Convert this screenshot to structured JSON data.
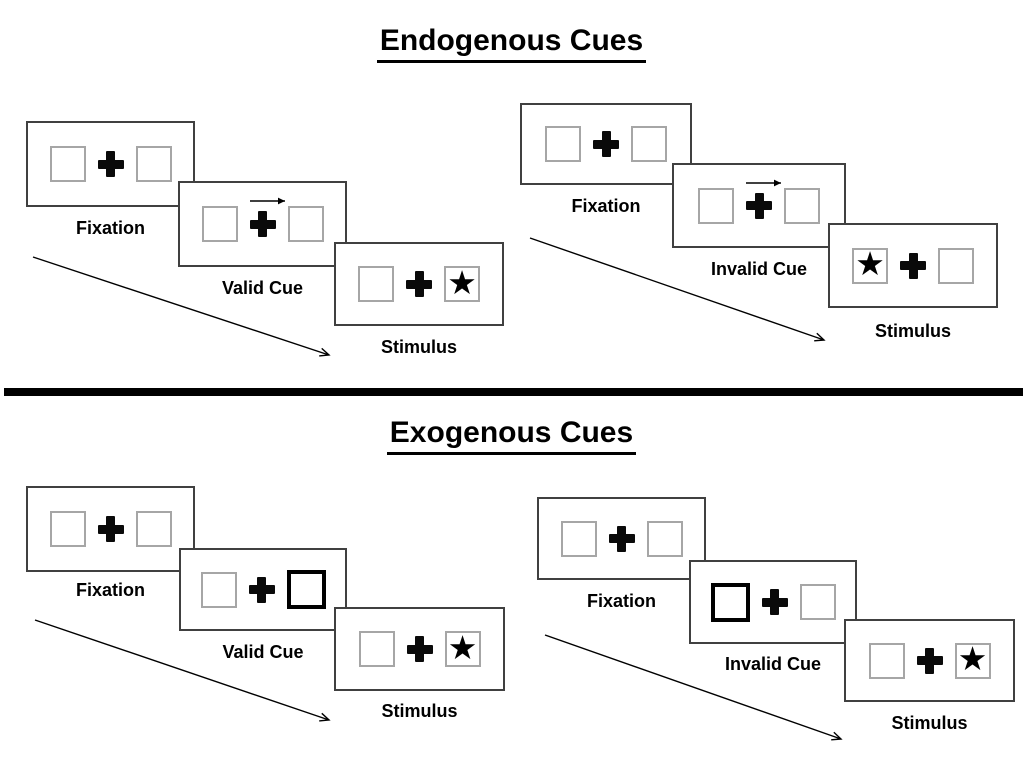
{
  "colors": {
    "background": "#ffffff",
    "ink": "#000000",
    "panel_border": "#404040",
    "square_border": "#a6a6a6",
    "bold_square_border": "#000000"
  },
  "glyphs": {
    "star": "★"
  },
  "sections": [
    {
      "title": "Endogenous Cues",
      "groups": [
        {
          "name": "valid",
          "panels": [
            {
              "label": "Fixation",
              "type": "fixation"
            },
            {
              "label": "Valid Cue",
              "type": "cue",
              "cue": "arrow-right"
            },
            {
              "label": "Stimulus",
              "type": "stimulus",
              "star_side": "right"
            }
          ]
        },
        {
          "name": "invalid",
          "panels": [
            {
              "label": "Fixation",
              "type": "fixation"
            },
            {
              "label": "Invalid Cue",
              "type": "cue",
              "cue": "arrow-right"
            },
            {
              "label": "Stimulus",
              "type": "stimulus",
              "star_side": "left"
            }
          ]
        }
      ]
    },
    {
      "title": "Exogenous Cues",
      "groups": [
        {
          "name": "valid",
          "panels": [
            {
              "label": "Fixation",
              "type": "fixation"
            },
            {
              "label": "Valid Cue",
              "type": "cue",
              "cue": "bold-square-right"
            },
            {
              "label": "Stimulus",
              "type": "stimulus",
              "star_side": "right"
            }
          ]
        },
        {
          "name": "invalid",
          "panels": [
            {
              "label": "Fixation",
              "type": "fixation"
            },
            {
              "label": "Invalid Cue",
              "type": "cue",
              "cue": "bold-square-left"
            },
            {
              "label": "Stimulus",
              "type": "stimulus",
              "star_side": "right"
            }
          ]
        }
      ]
    }
  ]
}
